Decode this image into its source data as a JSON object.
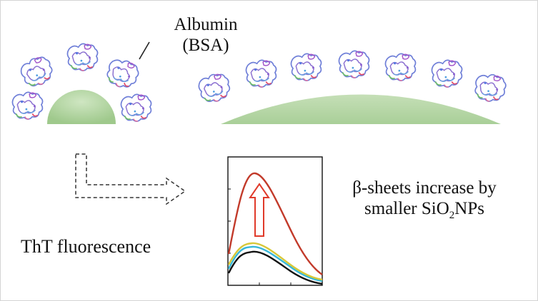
{
  "protein_label": {
    "line1": "Albumin",
    "line2": "(BSA)"
  },
  "assay_label": "ThT fluorescence",
  "result_label": {
    "line1": "β-sheets increase by",
    "line2_pre": "smaller SiO",
    "line2_sub": "2",
    "line2_post": "NPs"
  },
  "colors": {
    "particle": "#b9d8a8",
    "curve_top": "#c23a2a",
    "curve_yellow": "#d8c838",
    "curve_cyan": "#38b8d8",
    "curve_black": "#111111",
    "arrow": "#e03a2a"
  },
  "icons": [
    "bsa-protein-icon",
    "nanoparticle-small-icon",
    "nanoparticle-large-icon",
    "dashed-arrow-icon",
    "increase-arrow-icon"
  ]
}
